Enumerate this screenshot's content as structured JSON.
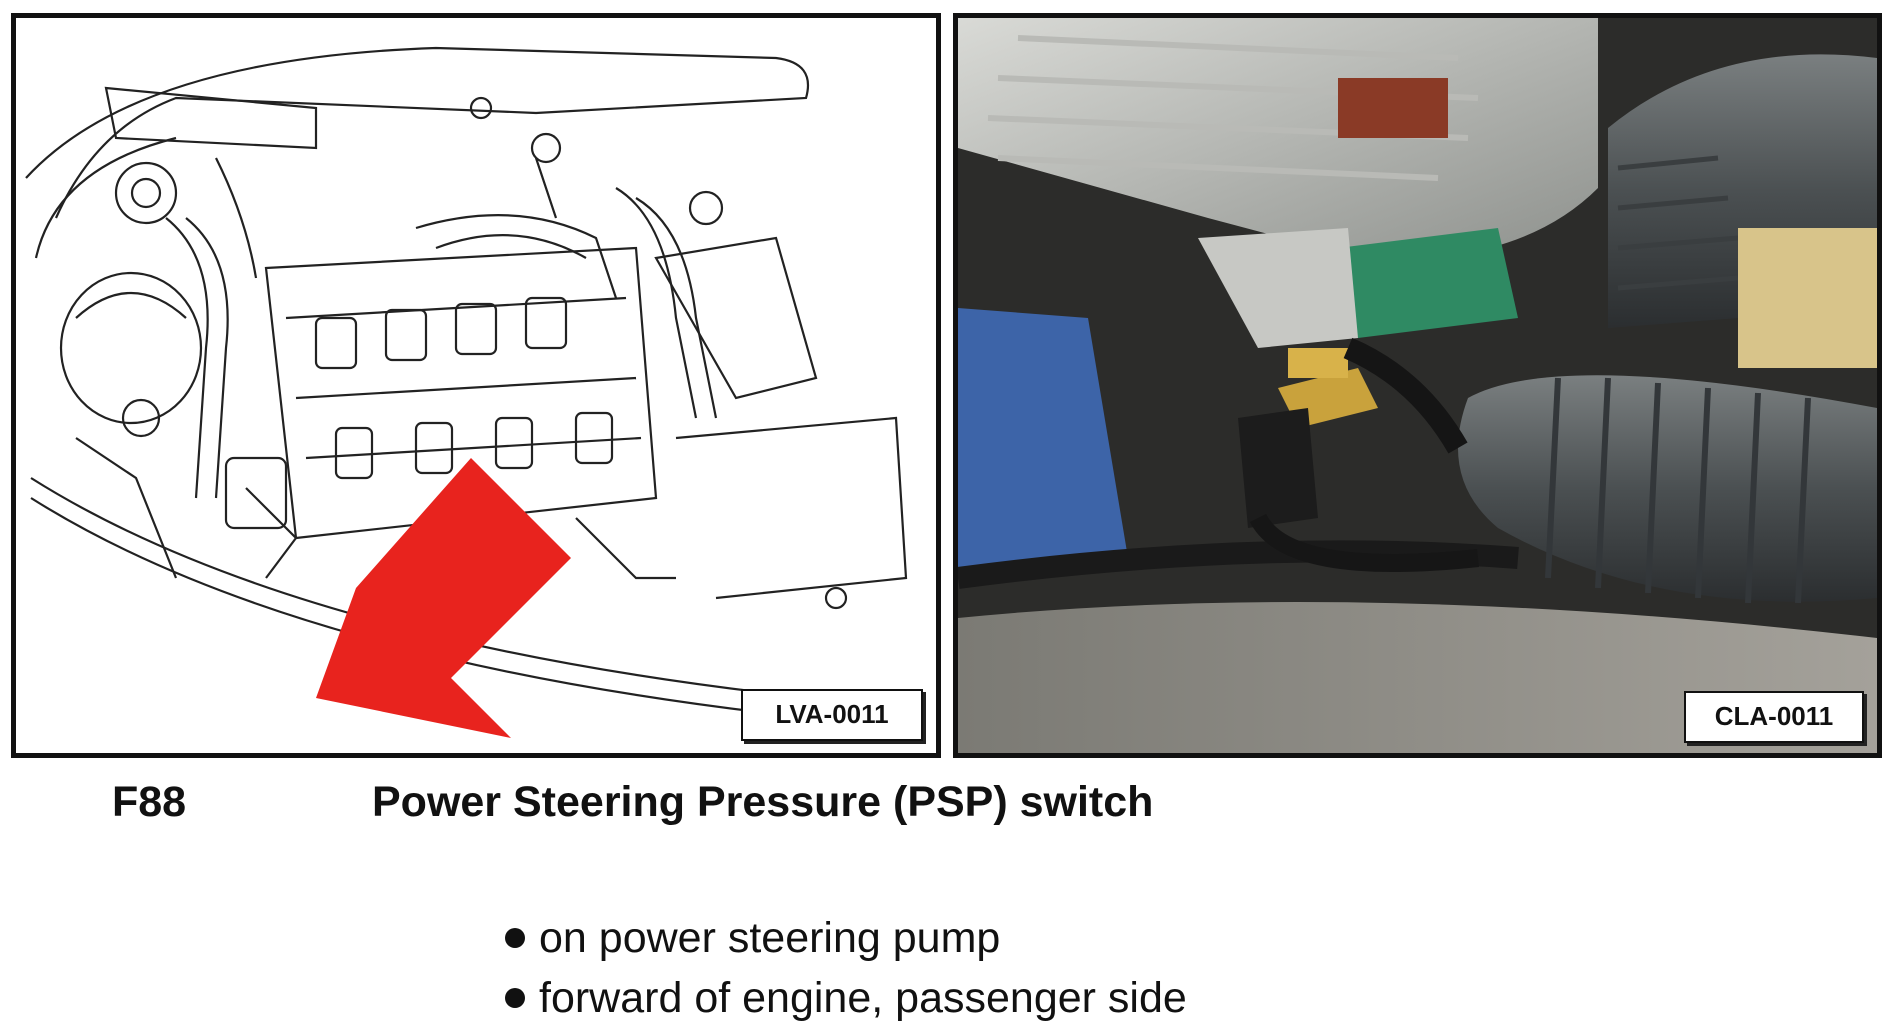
{
  "figures": {
    "left": {
      "ref_code": "LVA-0011",
      "arrow_color": "#e8231e"
    },
    "right": {
      "ref_code": "CLA-0011"
    }
  },
  "component": {
    "code": "F88",
    "name": "Power Steering Pressure (PSP) switch"
  },
  "location_notes": [
    "on power steering pump",
    "forward of engine, passenger side"
  ]
}
